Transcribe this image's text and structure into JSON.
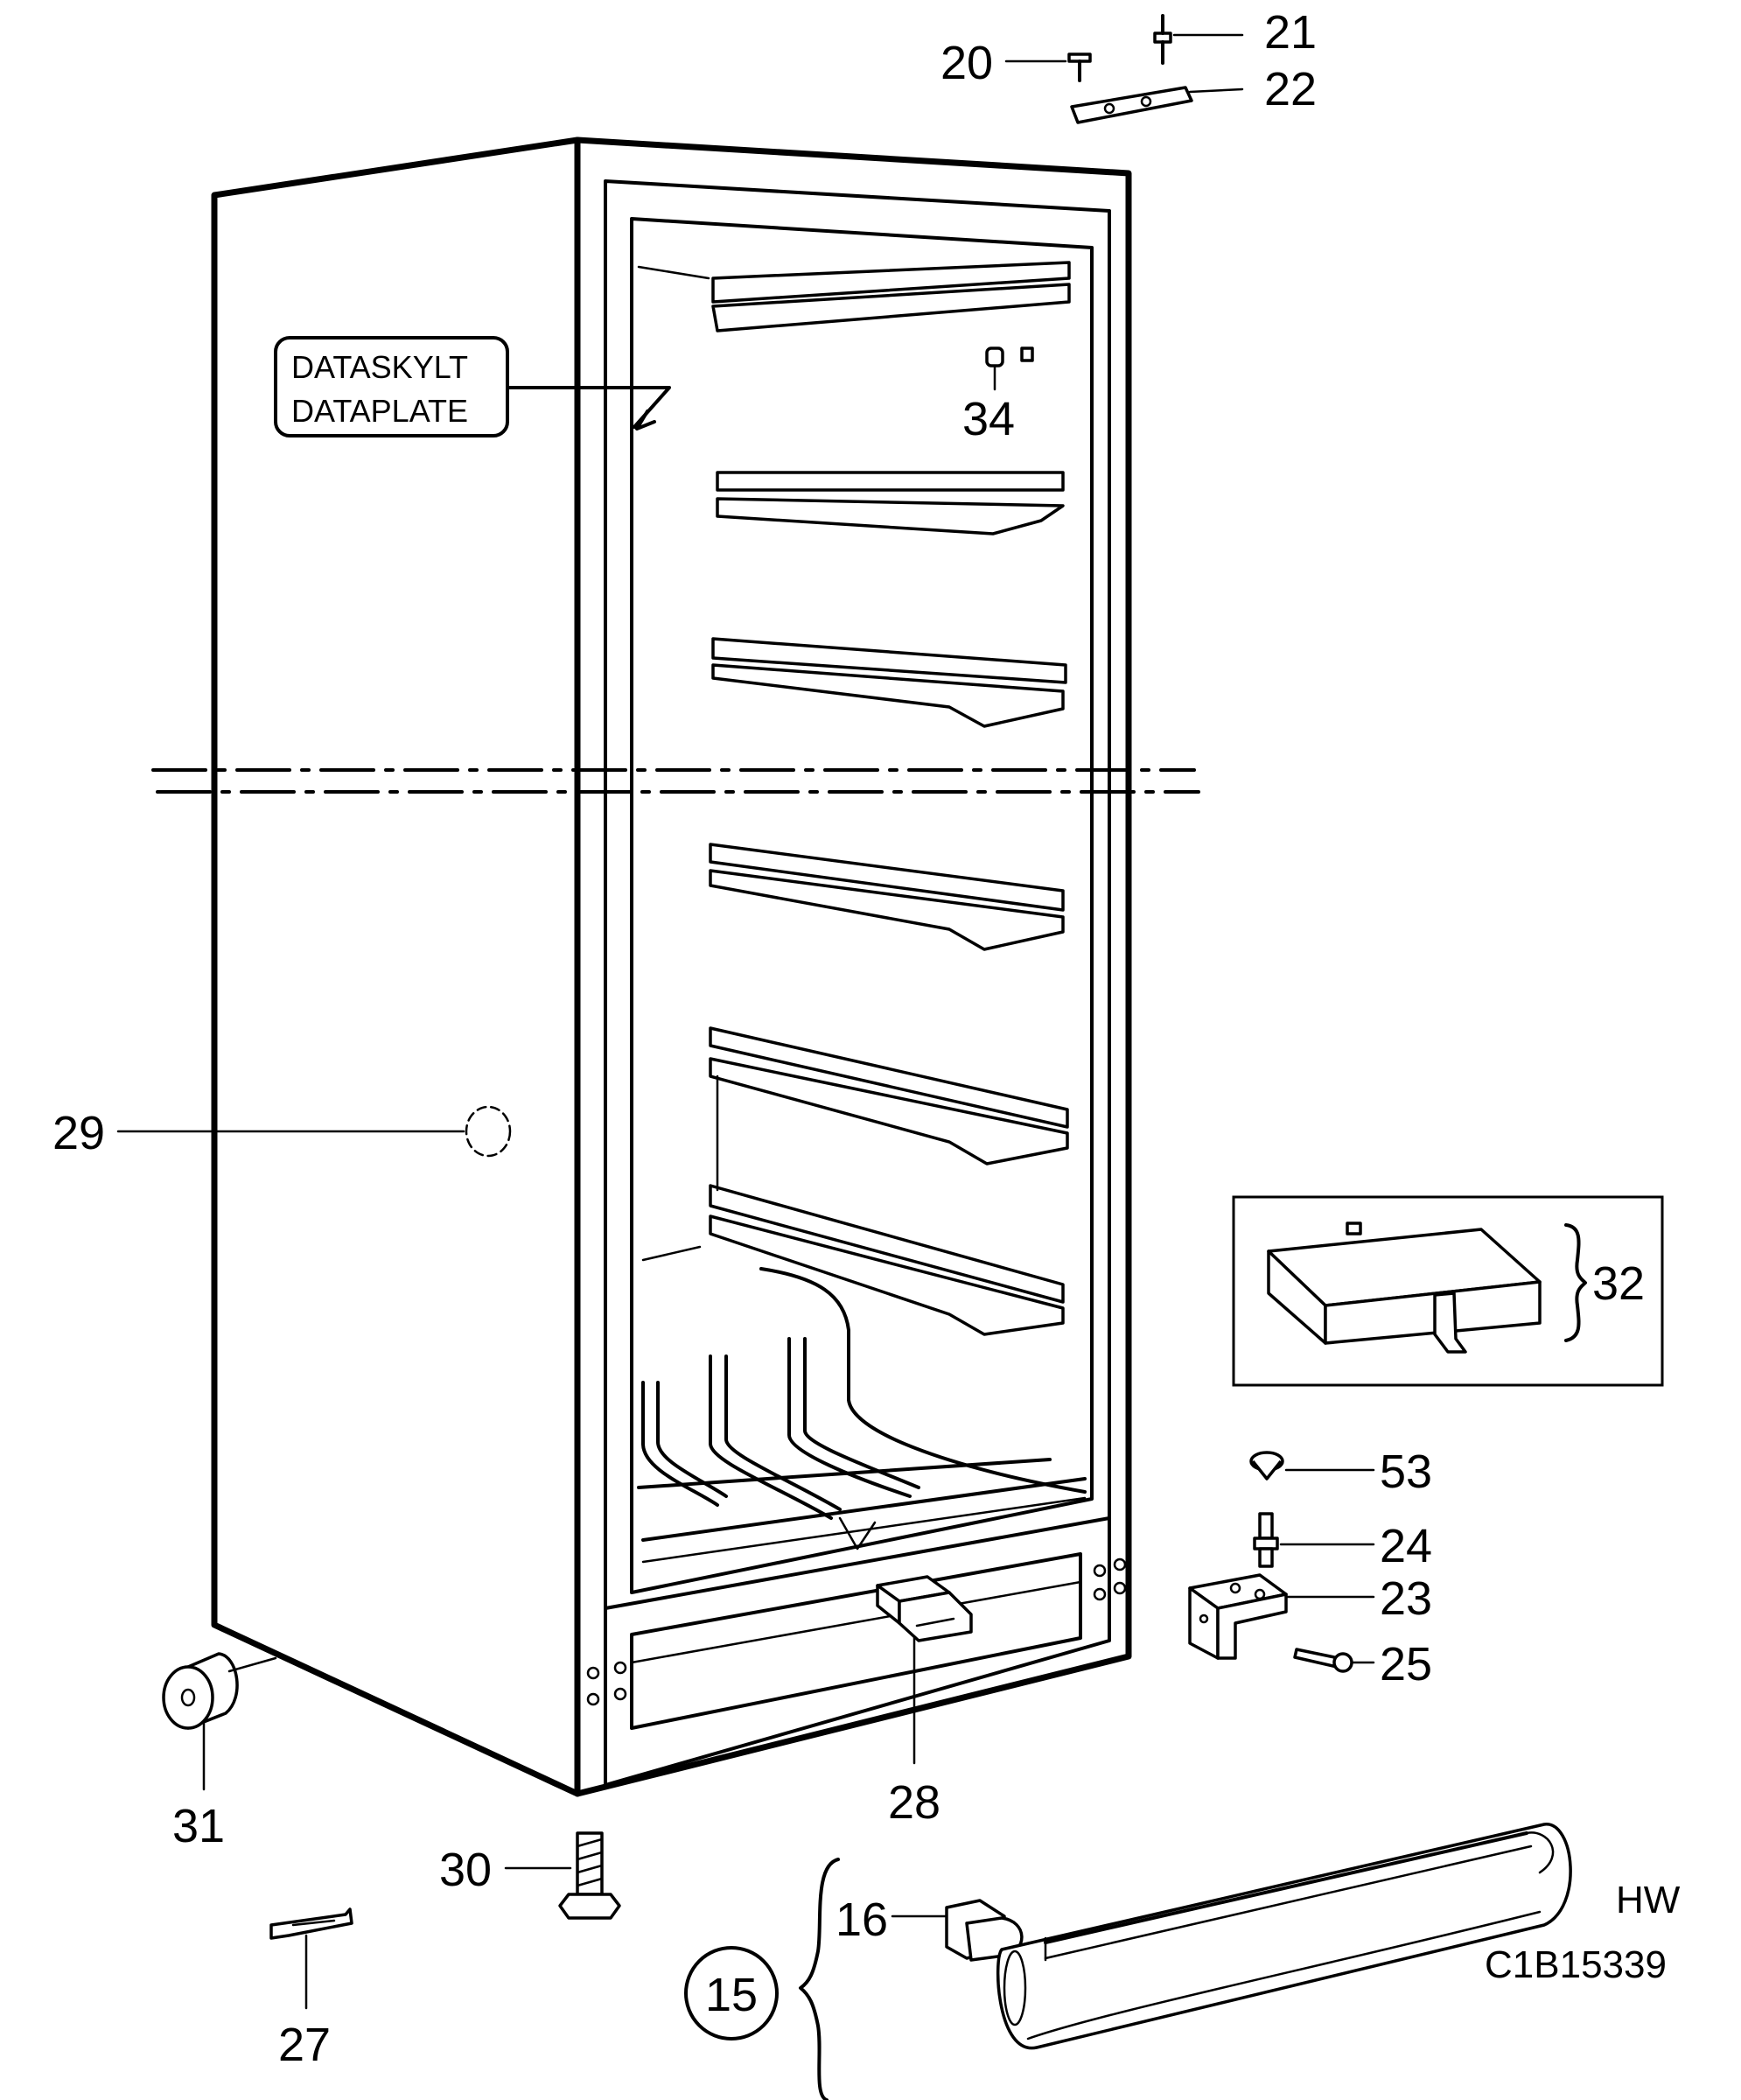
{
  "dataplate": {
    "line1": "DATASKYLT",
    "line2": "DATAPLATE"
  },
  "callouts": [
    {
      "id": "20",
      "label": "20"
    },
    {
      "id": "21",
      "label": "21"
    },
    {
      "id": "22",
      "label": "22"
    },
    {
      "id": "34",
      "label": "34"
    },
    {
      "id": "29",
      "label": "29"
    },
    {
      "id": "32",
      "label": "32"
    },
    {
      "id": "53",
      "label": "53"
    },
    {
      "id": "24",
      "label": "24"
    },
    {
      "id": "23",
      "label": "23"
    },
    {
      "id": "25",
      "label": "25"
    },
    {
      "id": "28",
      "label": "28"
    },
    {
      "id": "31",
      "label": "31"
    },
    {
      "id": "30",
      "label": "30"
    },
    {
      "id": "27",
      "label": "27"
    },
    {
      "id": "16",
      "label": "16"
    },
    {
      "id": "15",
      "label": "15"
    }
  ],
  "codes": {
    "variant": "HW",
    "drawing_number": "C1B15339"
  }
}
